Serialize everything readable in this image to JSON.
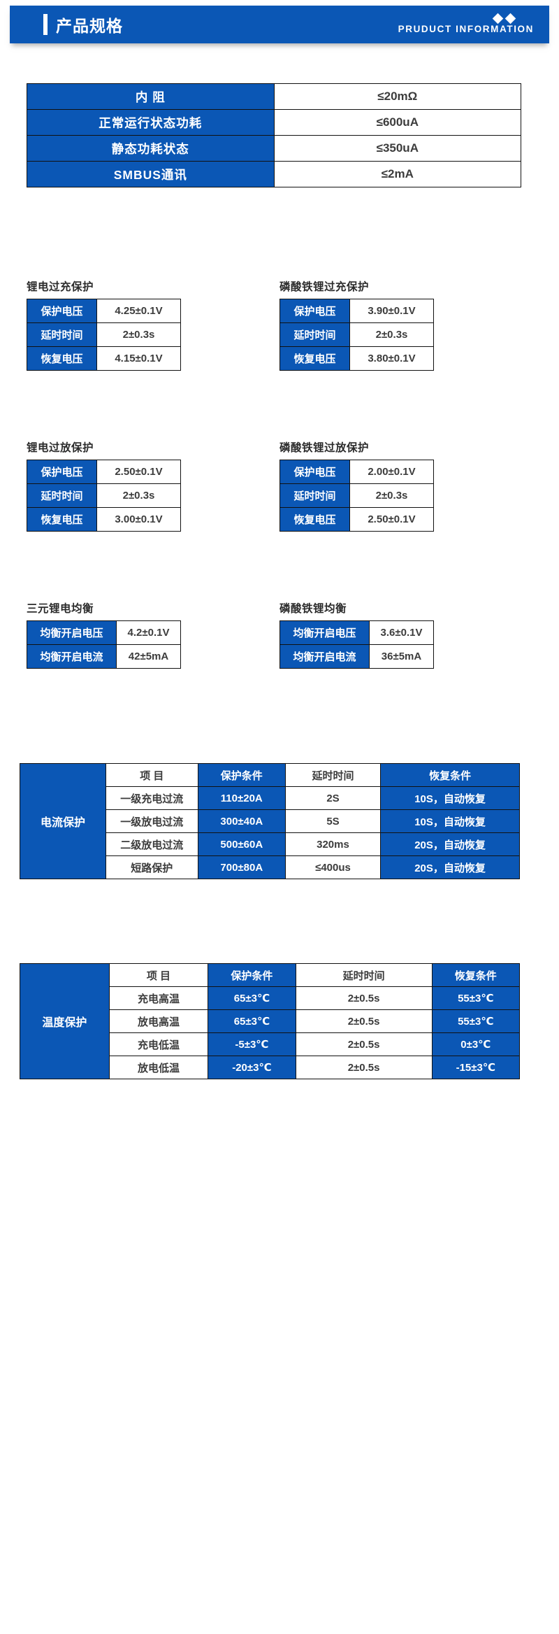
{
  "header": {
    "title": "产品规格",
    "subtitle": "PRUDUCT INFORMATION",
    "accent_color": "#0b57b5"
  },
  "basic_specs": {
    "rows": [
      {
        "label": "内  阻",
        "value": "≤20mΩ"
      },
      {
        "label": "正常运行状态功耗",
        "value": "≤600uA"
      },
      {
        "label": "静态功耗状态",
        "value": "≤350uA"
      },
      {
        "label": "SMBUS通讯",
        "value": "≤2mA"
      }
    ]
  },
  "overcharge": {
    "left": {
      "title": "锂电过充保护",
      "rows": [
        {
          "label": "保护电压",
          "value": "4.25±0.1V"
        },
        {
          "label": "延时时间",
          "value": "2±0.3s"
        },
        {
          "label": "恢复电压",
          "value": "4.15±0.1V"
        }
      ]
    },
    "right": {
      "title": "磷酸铁锂过充保护",
      "rows": [
        {
          "label": "保护电压",
          "value": "3.90±0.1V"
        },
        {
          "label": "延时时间",
          "value": "2±0.3s"
        },
        {
          "label": "恢复电压",
          "value": "3.80±0.1V"
        }
      ]
    }
  },
  "overdischarge": {
    "left": {
      "title": "锂电过放保护",
      "rows": [
        {
          "label": "保护电压",
          "value": "2.50±0.1V"
        },
        {
          "label": "延时时间",
          "value": "2±0.3s"
        },
        {
          "label": "恢复电压",
          "value": "3.00±0.1V"
        }
      ]
    },
    "right": {
      "title": "磷酸铁锂过放保护",
      "rows": [
        {
          "label": "保护电压",
          "value": "2.00±0.1V"
        },
        {
          "label": "延时时间",
          "value": "2±0.3s"
        },
        {
          "label": "恢复电压",
          "value": "2.50±0.1V"
        }
      ]
    }
  },
  "balance": {
    "left": {
      "title": "三元锂电均衡",
      "rows": [
        {
          "label": "均衡开启电压",
          "value": "4.2±0.1V"
        },
        {
          "label": "均衡开启电流",
          "value": "42±5mA"
        }
      ]
    },
    "right": {
      "title": "磷酸铁锂均衡",
      "rows": [
        {
          "label": "均衡开启电压",
          "value": "3.6±0.1V"
        },
        {
          "label": "均衡开启电流",
          "value": "36±5mA"
        }
      ]
    }
  },
  "current_protection": {
    "row_label": "电流保护",
    "headers": [
      "项  目",
      "保护条件",
      "延时时间",
      "恢复条件"
    ],
    "rows": [
      {
        "item": "一级充电过流",
        "protect": "110±20A",
        "delay": "2S",
        "recover": "10S，自动恢复"
      },
      {
        "item": "一级放电过流",
        "protect": "300±40A",
        "delay": "5S",
        "recover": "10S，自动恢复"
      },
      {
        "item": "二级放电过流",
        "protect": "500±60A",
        "delay": "320ms",
        "recover": "20S，自动恢复"
      },
      {
        "item": "短路保护",
        "protect": "700±80A",
        "delay": "≤400us",
        "recover": "20S，自动恢复"
      }
    ]
  },
  "temperature_protection": {
    "row_label": "温度保护",
    "headers": [
      "项  目",
      "保护条件",
      "延时时间",
      "恢复条件"
    ],
    "rows": [
      {
        "item": "充电高温",
        "protect": "65±3℃",
        "delay": "2±0.5s",
        "recover": "55±3℃"
      },
      {
        "item": "放电高温",
        "protect": "65±3℃",
        "delay": "2±0.5s",
        "recover": "55±3℃"
      },
      {
        "item": "充电低温",
        "protect": "-5±3℃",
        "delay": "2±0.5s",
        "recover": "0±3℃"
      },
      {
        "item": "放电低温",
        "protect": "-20±3℃",
        "delay": "2±0.5s",
        "recover": "-15±3℃"
      }
    ]
  }
}
